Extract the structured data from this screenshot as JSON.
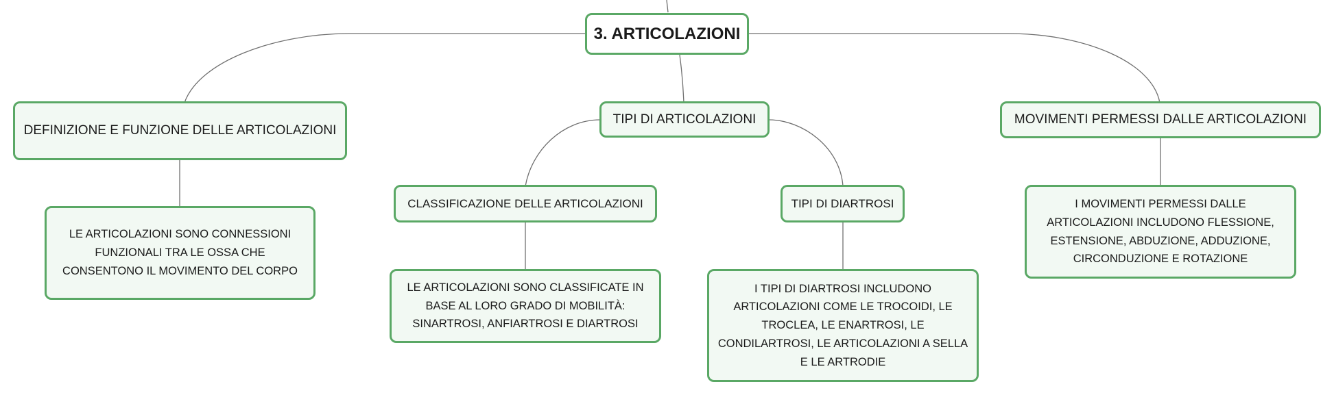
{
  "root": {
    "label": "3. ARTICOLAZIONI"
  },
  "branches": [
    {
      "label": "DEFINIZIONE E FUNZIONE DELLE ARTICOLAZIONI",
      "detail": "LE ARTICOLAZIONI SONO CONNESSIONI FUNZIONALI TRA LE OSSA CHE CONSENTONO IL MOVIMENTO DEL CORPO"
    },
    {
      "label": "TIPI DI ARTICOLAZIONI",
      "children": [
        {
          "label": "CLASSIFICAZIONE DELLE ARTICOLAZIONI",
          "detail": "LE ARTICOLAZIONI SONO CLASSIFICATE IN BASE AL LORO GRADO DI MOBILITÀ: SINARTROSI, ANFIARTROSI E DIARTROSI"
        },
        {
          "label": "TIPI DI DIARTROSI",
          "detail": "I TIPI DI DIARTROSI INCLUDONO ARTICOLAZIONI COME LE TROCOIDI, LE TROCLEA, LE ENARTROSI, LE CONDILARTROSI, LE ARTICOLAZIONI A SELLA E LE ARTRODIE"
        }
      ]
    },
    {
      "label": "MOVIMENTI PERMESSI DALLE ARTICOLAZIONI",
      "detail": "I MOVIMENTI PERMESSI DALLE ARTICOLAZIONI INCLUDONO FLESSIONE, ESTENSIONE, ABDUZIONE, ADDUZIONE, CIRCONDUZIONE E ROTAZIONE"
    }
  ],
  "colors": {
    "border": "#5aa865",
    "fill": "#f2f9f3",
    "connector": "#6f6f6f"
  }
}
